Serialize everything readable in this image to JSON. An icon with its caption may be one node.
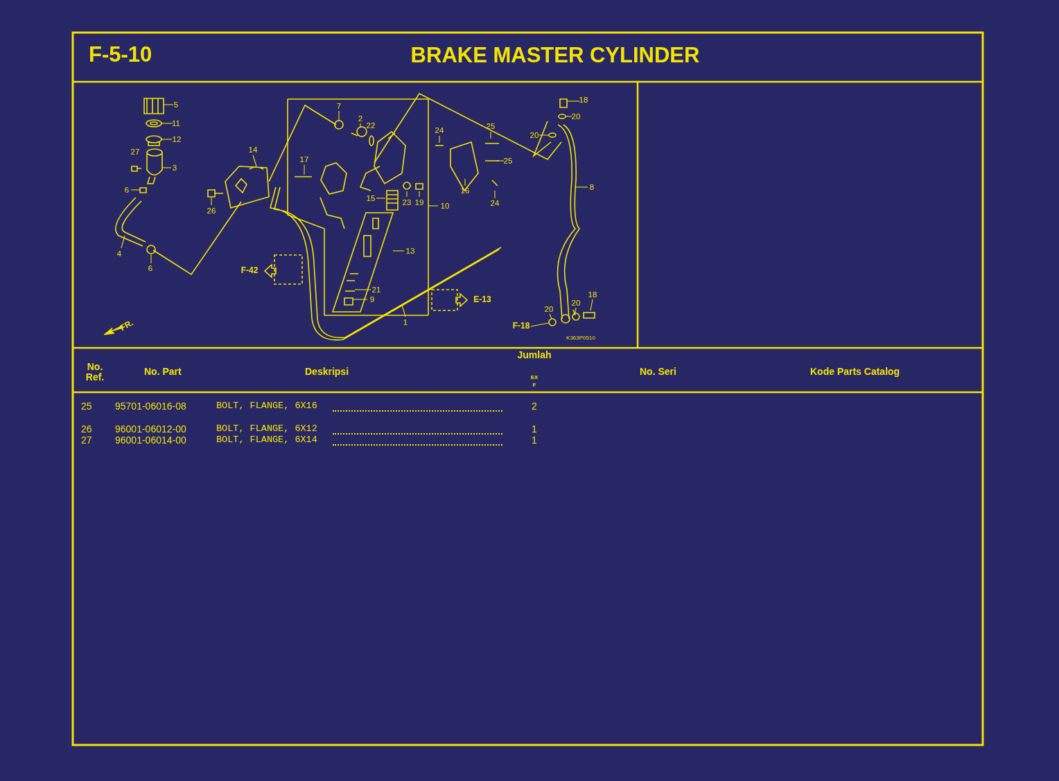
{
  "diagram": {
    "title": "BRAKE MASTER CYLINDER",
    "labels": [
      "F-5-10",
      "5",
      "11",
      "12",
      "27",
      "3",
      "6",
      "14",
      "7",
      "2",
      "22",
      "17",
      "24",
      "25",
      "20",
      "18",
      "20",
      "25",
      "16",
      "24",
      "15",
      "23",
      "19",
      "10",
      "8",
      "26",
      "4",
      "6",
      "13",
      "21",
      "9",
      "1",
      "F-42",
      "E-13",
      "18",
      "20",
      "20",
      "F-18",
      "FR.",
      "K363P0510",
      "No. Ref.",
      "No. Part",
      "Deskripsi",
      "Jumlah",
      "EX",
      "F",
      "No. Seri",
      "Kode Parts Catalog",
      "25",
      "95701-06016-08",
      "BOLT, FLANGE, 6X16",
      "2",
      "26",
      "96001-06012-00",
      "BOLT, FLANGE, 6X12",
      "1",
      "27",
      "96001-06014-00",
      "BOLT, FLANGE, 6X14",
      "1"
    ]
  }
}
